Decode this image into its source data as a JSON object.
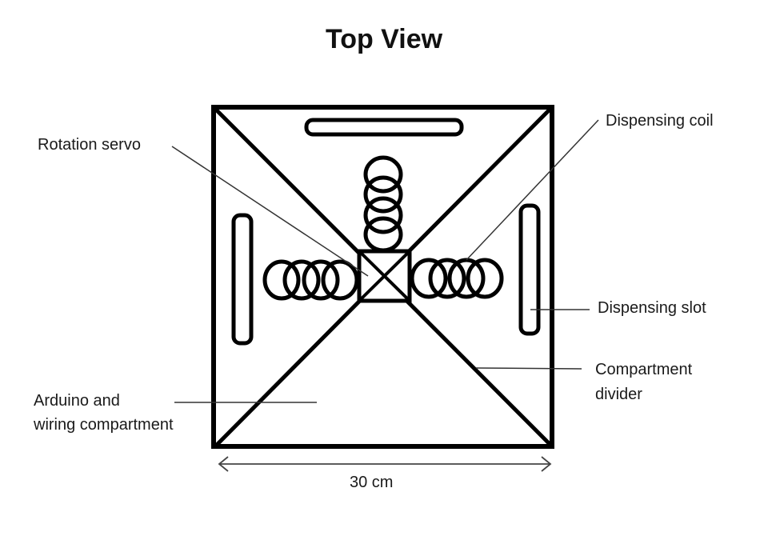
{
  "title": "Top View",
  "labels": {
    "rotation_servo": "Rotation servo",
    "dispensing_coil": "Dispensing coil",
    "dispensing_slot": "Dispensing slot",
    "compartment_divider_line1": "Compartment",
    "compartment_divider_line2": "divider",
    "arduino_line1": "Arduino and",
    "arduino_line2": "wiring compartment"
  },
  "dimension": "30 cm",
  "colors": {
    "stroke": "#000000",
    "leader": "#444444"
  }
}
